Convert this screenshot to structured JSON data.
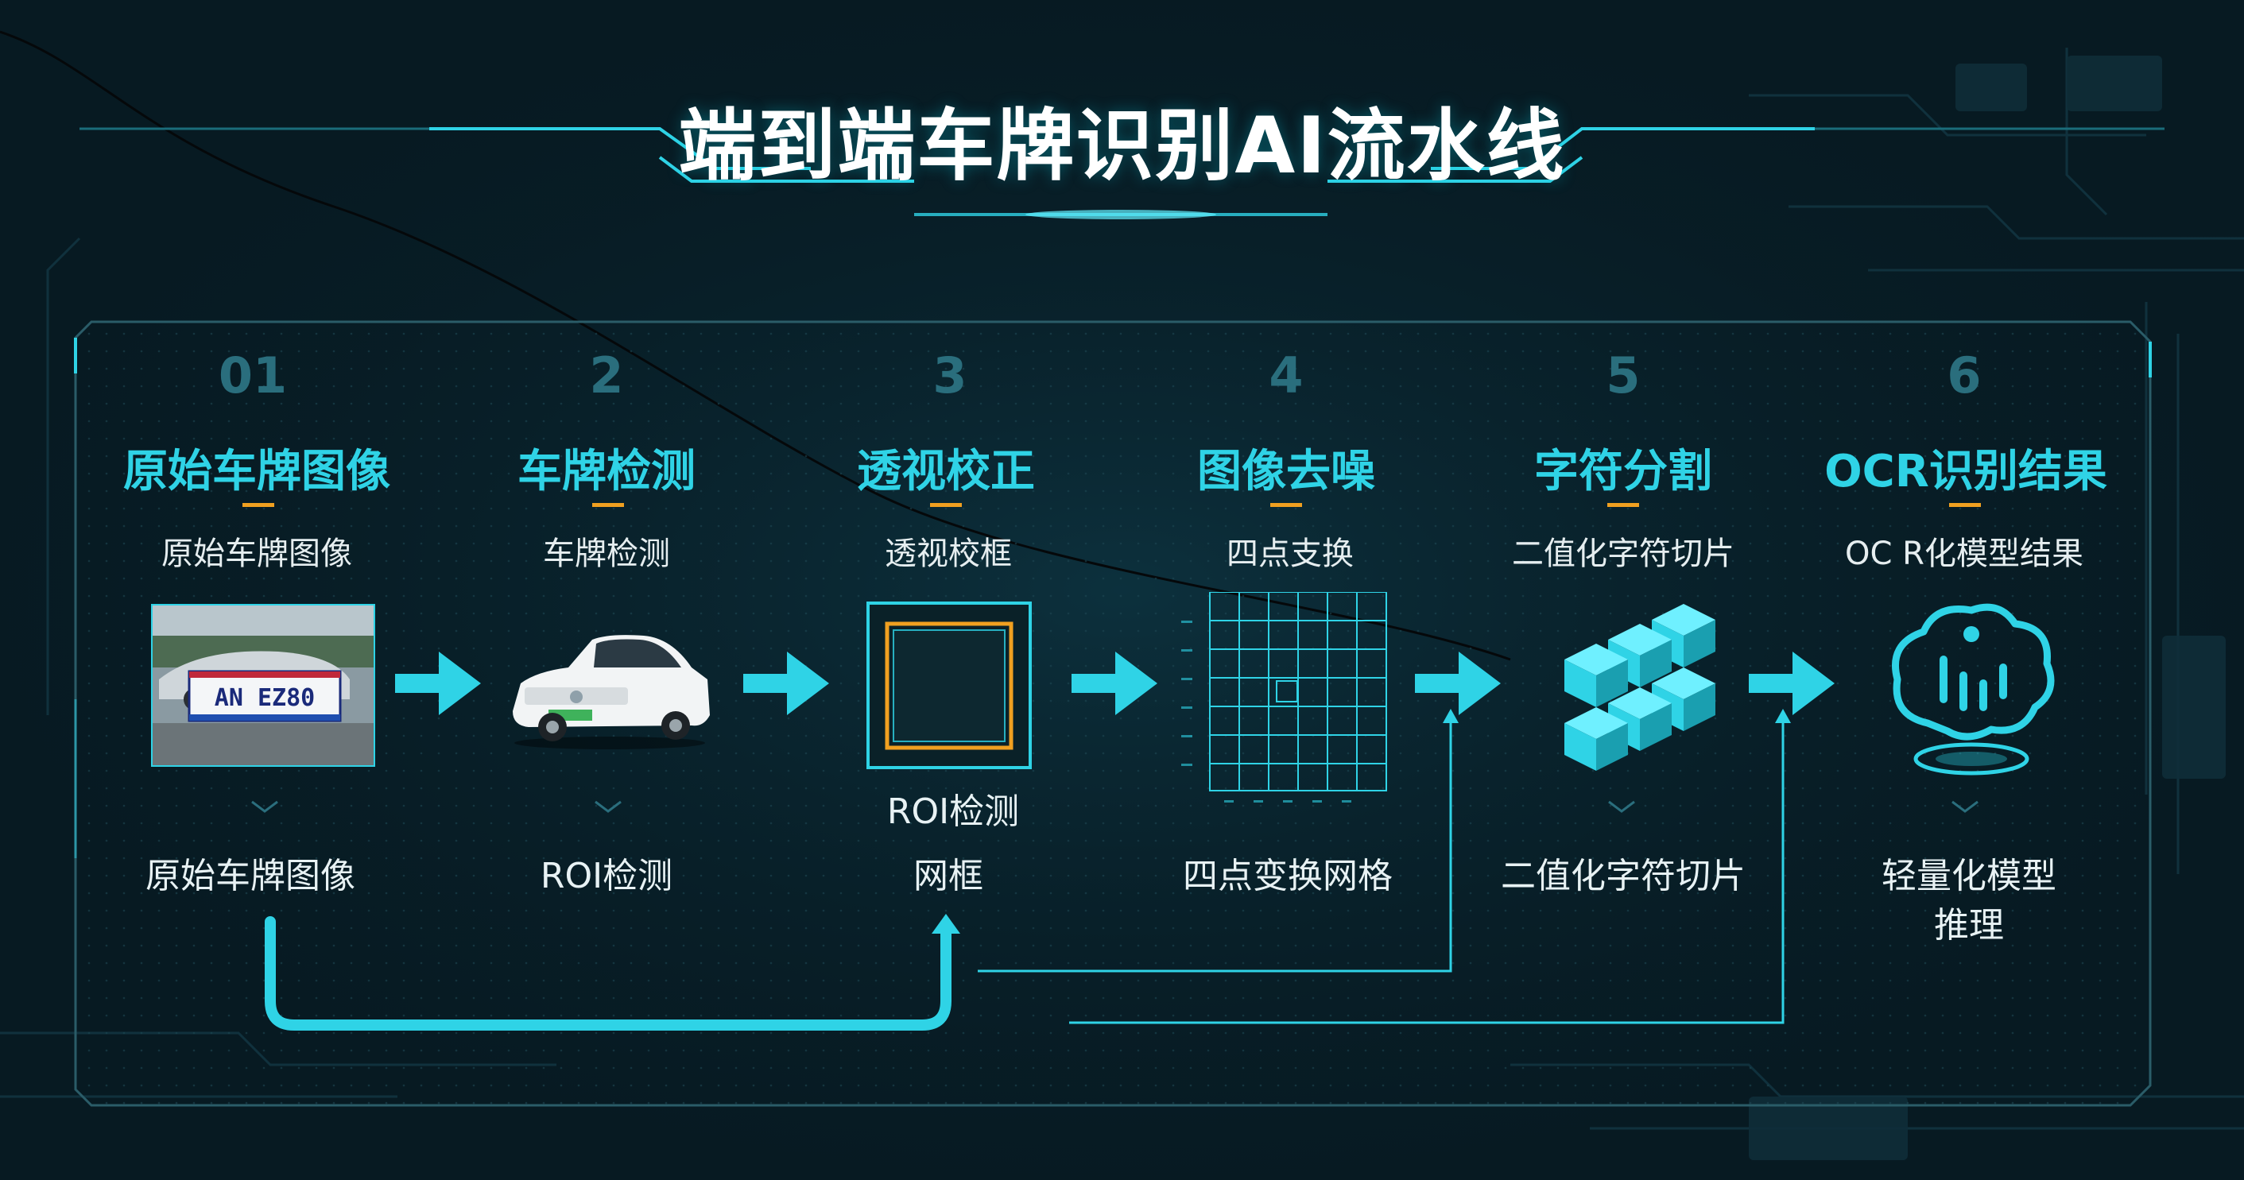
{
  "title": "端到端车牌识别AI流水线",
  "colors": {
    "accent_cyan": "#2fd3e6",
    "step_number": "#2a6e7d",
    "marker_orange": "#f0a020",
    "background": "#071a22"
  },
  "steps": [
    {
      "number": "01",
      "title": "原始车牌图像",
      "subtitle": "原始车牌图像",
      "image": "car-photo-with-license-plate",
      "plate_text": "AN EZ80",
      "bottom_label": "原始车牌图像"
    },
    {
      "number": "2",
      "title": "车牌检测",
      "subtitle": "车牌检测",
      "image": "white-sedan-car",
      "bottom_label": "ROI检测"
    },
    {
      "number": "3",
      "title": "透视校正",
      "subtitle": "透视校框",
      "image": "roi-bounding-box",
      "image_label": "ROI检测",
      "bottom_label": "网框"
    },
    {
      "number": "4",
      "title": "图像去噪",
      "subtitle": "四点支换",
      "image": "four-point-transform-grid",
      "bottom_label": "四点变换网格"
    },
    {
      "number": "5",
      "title": "字符分割",
      "subtitle": "二值化字符切片",
      "image": "isometric-cubes",
      "bottom_label": "二值化字符切片"
    },
    {
      "number": "6",
      "title": "OCR识别结果",
      "subtitle": "OC R化模型结果",
      "image": "ai-brain-icon",
      "bottom_label_lines": [
        "轻量化模型",
        "推理"
      ]
    }
  ],
  "arrow_icon": "right-arrow-icon"
}
